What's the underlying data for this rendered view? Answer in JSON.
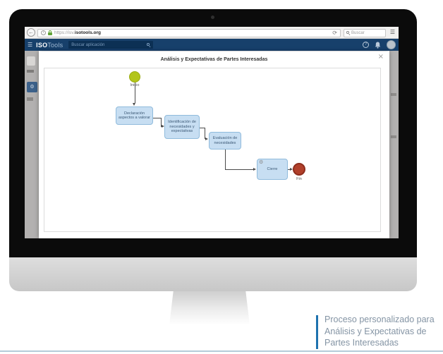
{
  "browser": {
    "url_prefix": "https://isv.",
    "url_domain": "isotools.org",
    "search_placeholder": "Buscar",
    "reload_glyph": "⟳",
    "back_glyph": "←",
    "menu_glyph": "☰",
    "info_glyph": "i"
  },
  "appbar": {
    "menu_glyph": "☰",
    "logo_bold": "ISO",
    "logo_rest": "Tools",
    "search_placeholder": "Buscar aplicación",
    "help_glyph": "?"
  },
  "sidebar": {
    "gear_glyph": "⚙"
  },
  "modal": {
    "title": "Análisis y Expectativas de Partes Interesadas",
    "close_glyph": "×"
  },
  "flowchart": {
    "start_label": "Inicio",
    "end_label": "Fin",
    "gear_glyph": "⚙",
    "nodes": [
      {
        "label": "Declaración aspectos a valorar"
      },
      {
        "label": "Identificación de necesidades y expectativas"
      },
      {
        "label": "Evaluación de necesidades"
      },
      {
        "label": "Cierre"
      }
    ],
    "colors": {
      "start": "#b2c51b",
      "end": "#b1402b",
      "node_bg": "#c7def2",
      "node_border": "#90bbdc",
      "connector": "#4a4a4a"
    }
  },
  "caption": {
    "line1": "Proceso personalizado para",
    "line2": "Análisis y Expectativas de",
    "line3": "Partes Interesadas",
    "accent_color": "#1e72ae"
  }
}
